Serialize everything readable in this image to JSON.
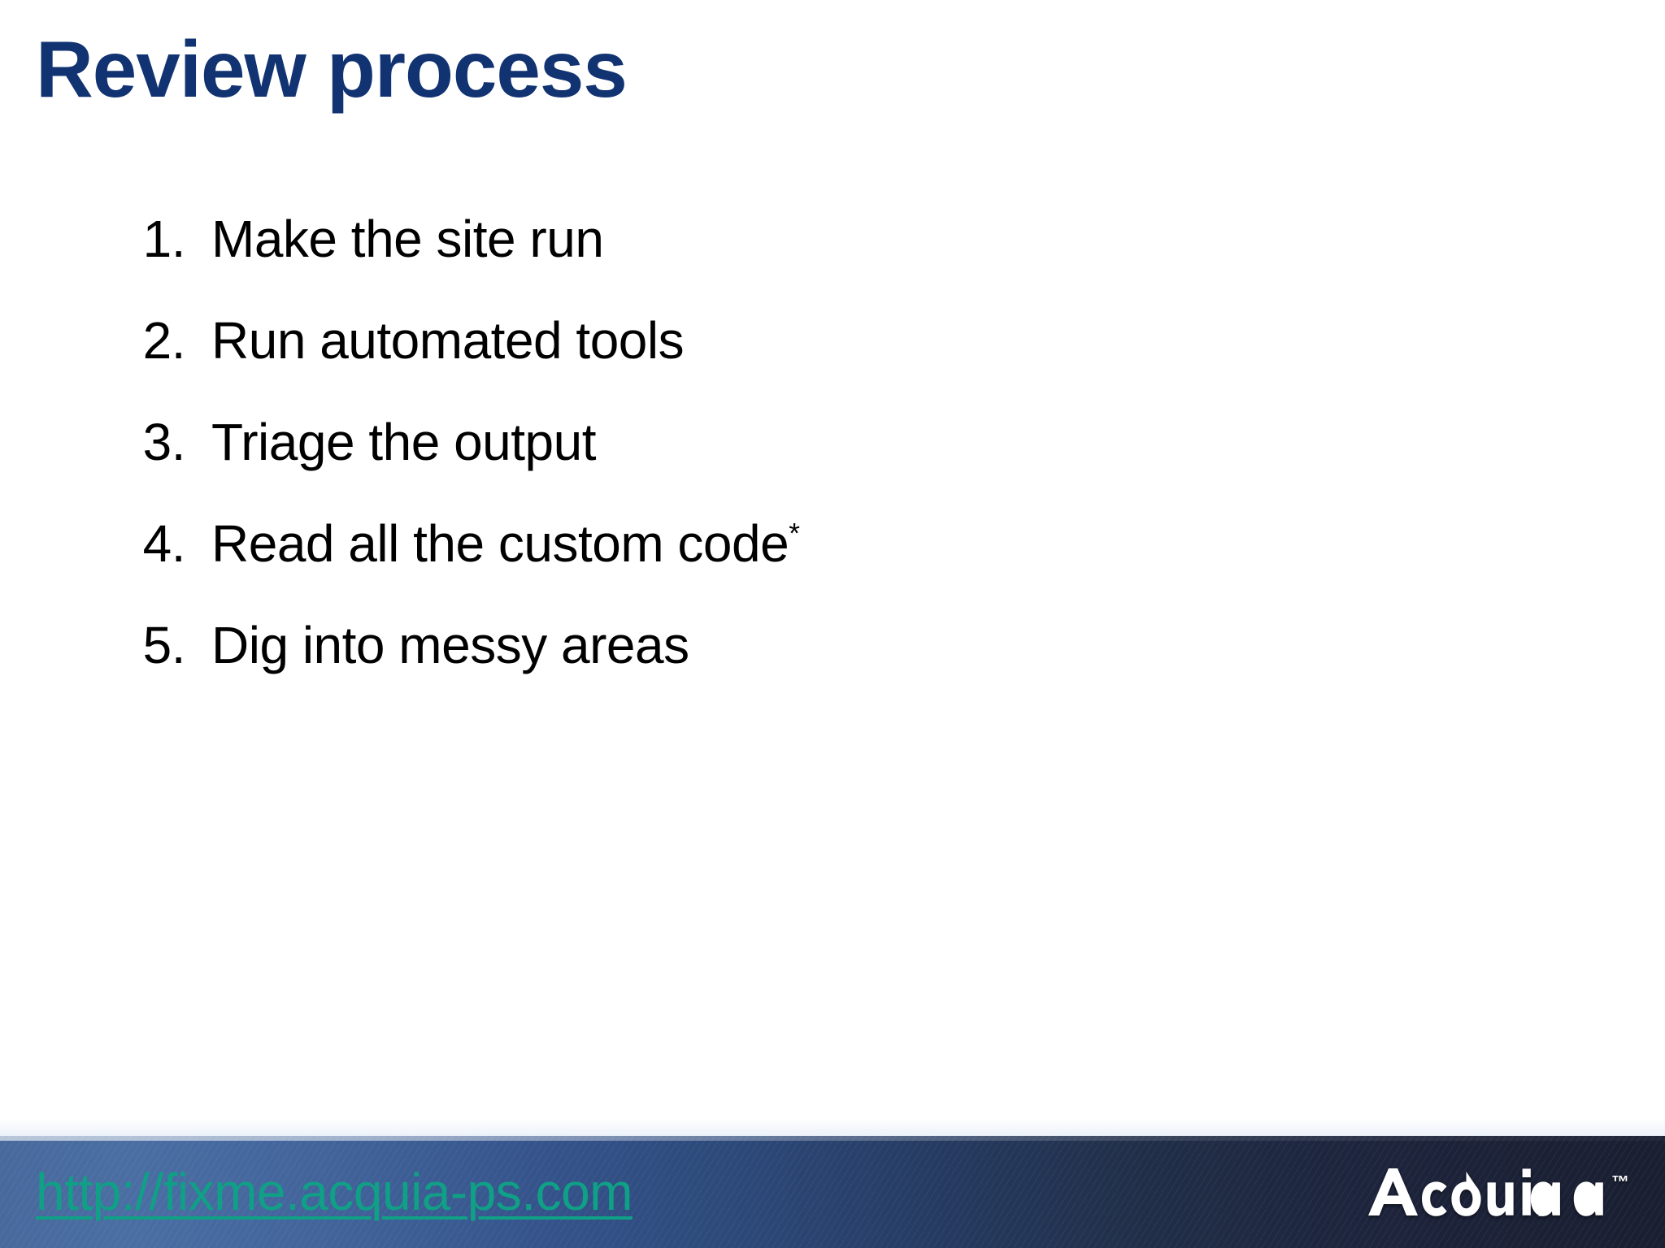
{
  "slide": {
    "title": "Review process",
    "background_color": "#ffffff",
    "title_color": "#123372"
  },
  "content": {
    "list_type": "ordered-numeric",
    "items": [
      {
        "number": "1.",
        "text": "Make the site run",
        "marker": ""
      },
      {
        "number": "2.",
        "text": "Run automated tools",
        "marker": ""
      },
      {
        "number": "3.",
        "text": "Triage the output",
        "marker": ""
      },
      {
        "number": "4.",
        "text": "Read all the custom code",
        "marker": "*"
      },
      {
        "number": "5.",
        "text": "Dig into messy areas",
        "marker": ""
      }
    ]
  },
  "footer": {
    "url": "http://fixme.acquia-ps.com",
    "url_color": "#0fa086",
    "brand_name": "Acquia",
    "trademark": "™",
    "brand_color": "#ffffff",
    "band_color_left": "#48699c",
    "band_color_right": "#1a1f31"
  }
}
